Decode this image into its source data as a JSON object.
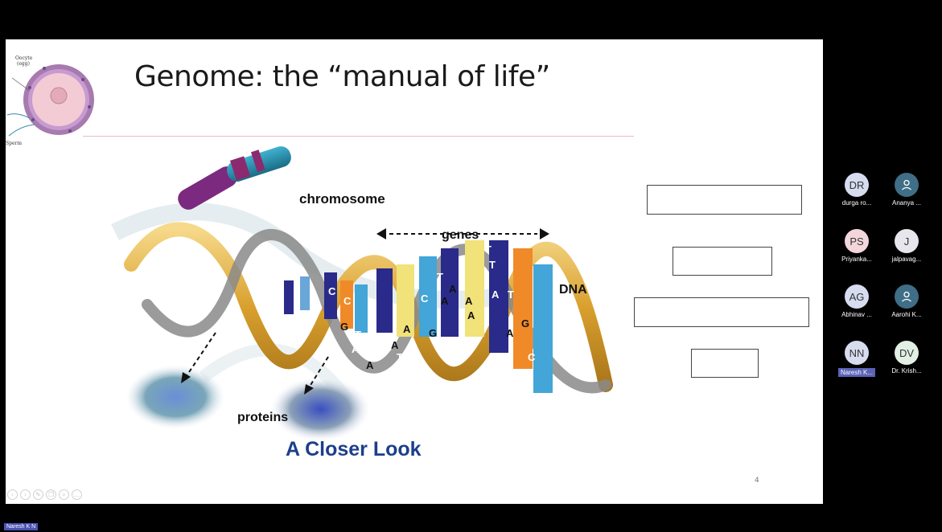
{
  "slide": {
    "title": "Genome: the “manual of life”",
    "cell_labels": {
      "oocyte": "Oocyte",
      "egg": "(egg)",
      "sperm": "Sperm"
    },
    "illustration": {
      "chromosome_label": "chromosome",
      "genes_label": "genes",
      "dna_label": "DNA",
      "proteins_label": "proteins",
      "caption": "A Closer Look",
      "bases": [
        "C",
        "C",
        "G",
        "T",
        "A",
        "A",
        "C",
        "A",
        "A",
        "G",
        "T",
        "A",
        "T",
        "T",
        "A",
        "T",
        "A",
        "G",
        "A",
        "C",
        "T",
        "A",
        "A",
        "T"
      ]
    },
    "page_number": "4",
    "answer_boxes": [
      "",
      "",
      "",
      ""
    ],
    "controls": [
      "prev-icon",
      "next-icon",
      "pen-icon",
      "copy-icon",
      "zoom-icon",
      "more-icon"
    ]
  },
  "participants": [
    {
      "initials": "DR",
      "name": "durga ro...",
      "color": "#d7dcef",
      "icon": ""
    },
    {
      "initials": "",
      "name": "Ananya ...",
      "color": "#3f6e86",
      "icon": "person-icon"
    },
    {
      "initials": "PS",
      "name": "Priyanka...",
      "color": "#f2d6dc",
      "icon": ""
    },
    {
      "initials": "J",
      "name": "jalpavag...",
      "color": "#e6e6ec",
      "icon": ""
    },
    {
      "initials": "AG",
      "name": "Abhinav ...",
      "color": "#d7dcef",
      "icon": ""
    },
    {
      "initials": "",
      "name": "Aarohi K...",
      "color": "#3f6e86",
      "icon": "person-icon"
    },
    {
      "initials": "NN",
      "name": "Naresh K...",
      "color": "#d7dcef",
      "icon": "",
      "active": true
    },
    {
      "initials": "DV",
      "name": "Dr. Krish...",
      "color": "#e1efe4",
      "icon": ""
    }
  ],
  "speaker": "Naresh K N"
}
